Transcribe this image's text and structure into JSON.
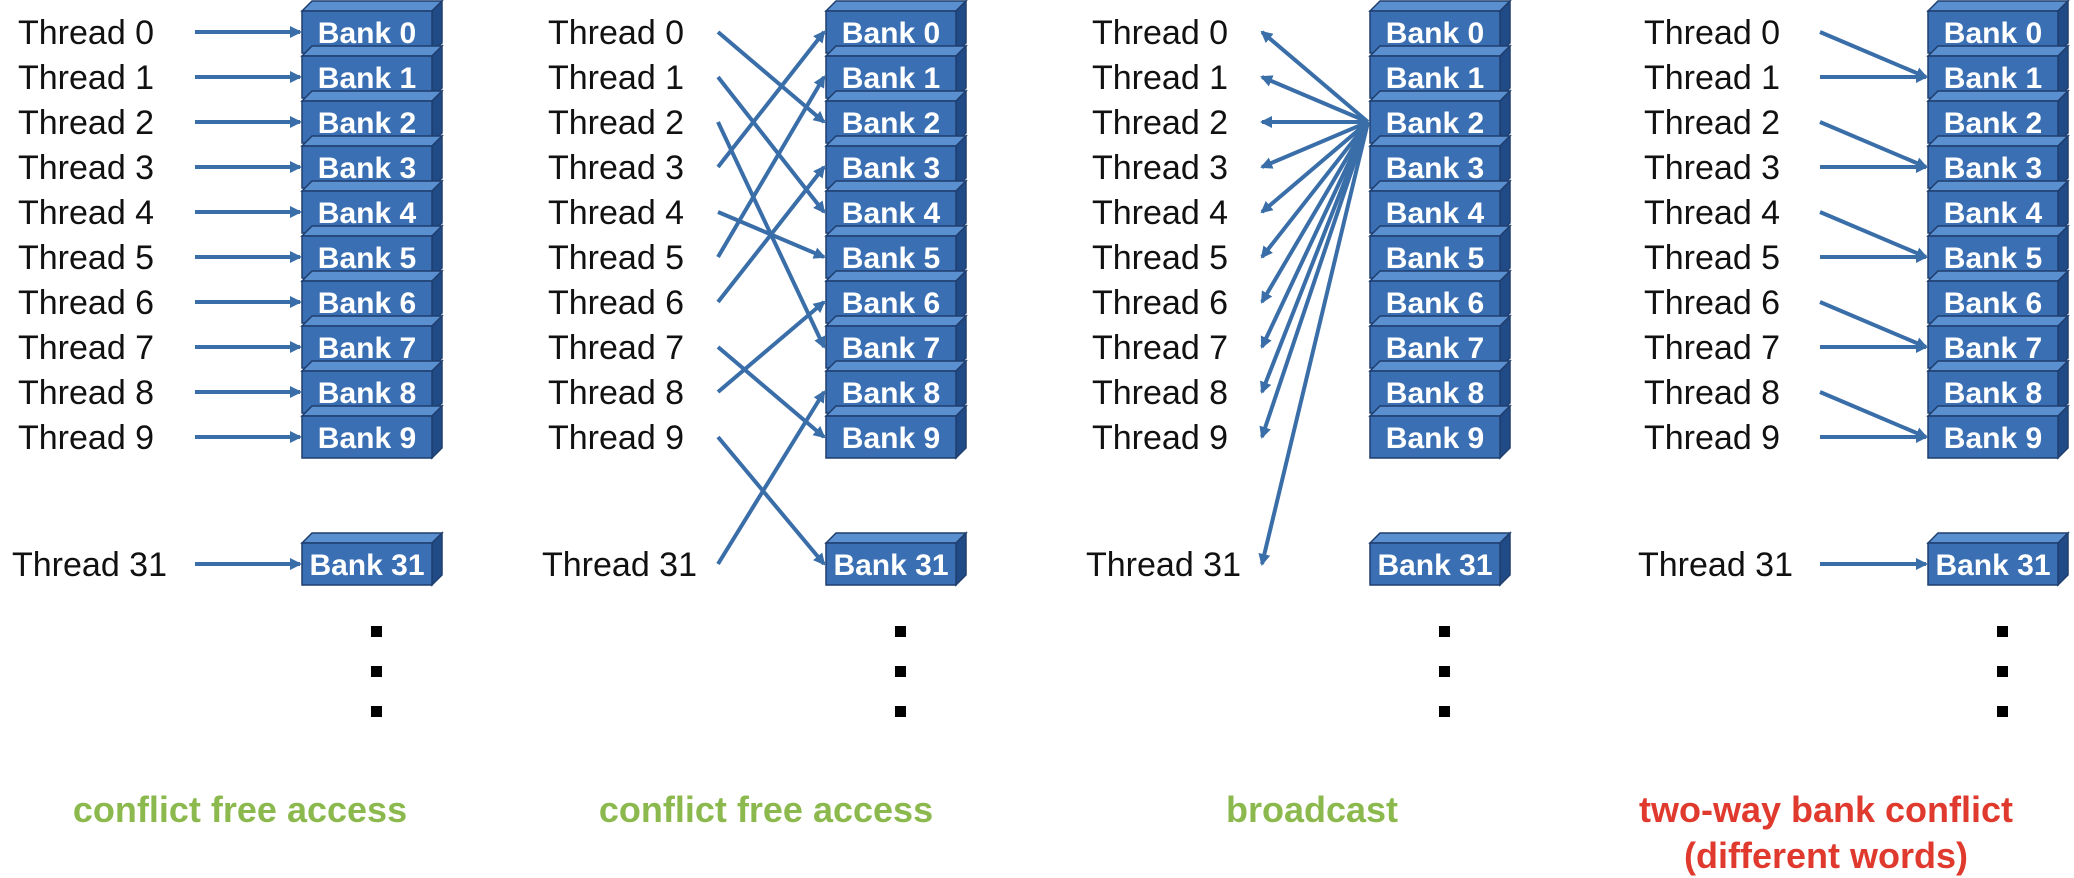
{
  "colors": {
    "bank_front": "#3a6fb4",
    "bank_top": "#5a8fd0",
    "bank_side": "#214b86",
    "bank_edge": "#1f3e6e",
    "arrow": "#3a6ea8",
    "caption_ok": "#8bb94e",
    "caption_conflict": "#e03a2f"
  },
  "panels": [
    {
      "threads": [
        "Thread 0",
        "Thread 1",
        "Thread 2",
        "Thread 3",
        "Thread 4",
        "Thread 5",
        "Thread 6",
        "Thread 7",
        "Thread 8",
        "Thread 9",
        "Thread 31"
      ],
      "banks": [
        "Bank 0",
        "Bank 1",
        "Bank 2",
        "Bank 3",
        "Bank 4",
        "Bank 5",
        "Bank 6",
        "Bank 7",
        "Bank 8",
        "Bank 9",
        "Bank 31"
      ],
      "mapping": [
        0,
        1,
        2,
        3,
        4,
        5,
        6,
        7,
        8,
        9,
        10
      ],
      "direction": "to-bank",
      "caption": [
        "conflict free access"
      ],
      "caption_color": "caption_ok"
    },
    {
      "threads": [
        "Thread 0",
        "Thread 1",
        "Thread 2",
        "Thread 3",
        "Thread 4",
        "Thread 5",
        "Thread 6",
        "Thread 7",
        "Thread 8",
        "Thread 9",
        "Thread 31"
      ],
      "banks": [
        "Bank 0",
        "Bank 1",
        "Bank 2",
        "Bank 3",
        "Bank 4",
        "Bank 5",
        "Bank 6",
        "Bank 7",
        "Bank 8",
        "Bank 9",
        "Bank 31"
      ],
      "mapping": [
        2,
        4,
        7,
        0,
        5,
        1,
        3,
        9,
        6,
        10,
        8
      ],
      "direction": "to-bank",
      "caption": [
        "conflict free access"
      ],
      "caption_color": "caption_ok"
    },
    {
      "threads": [
        "Thread 0",
        "Thread 1",
        "Thread 2",
        "Thread 3",
        "Thread 4",
        "Thread 5",
        "Thread 6",
        "Thread 7",
        "Thread 8",
        "Thread 9",
        "Thread 31"
      ],
      "banks": [
        "Bank 0",
        "Bank 1",
        "Bank 2",
        "Bank 3",
        "Bank 4",
        "Bank 5",
        "Bank 6",
        "Bank 7",
        "Bank 8",
        "Bank 9",
        "Bank 31"
      ],
      "mapping": [
        2,
        2,
        2,
        2,
        2,
        2,
        2,
        2,
        2,
        2,
        2
      ],
      "direction": "to-thread",
      "caption": [
        "broadcast"
      ],
      "caption_color": "caption_ok"
    },
    {
      "threads": [
        "Thread 0",
        "Thread 1",
        "Thread 2",
        "Thread 3",
        "Thread 4",
        "Thread 5",
        "Thread 6",
        "Thread 7",
        "Thread 8",
        "Thread 9",
        "Thread 31"
      ],
      "banks": [
        "Bank 0",
        "Bank 1",
        "Bank 2",
        "Bank 3",
        "Bank 4",
        "Bank 5",
        "Bank 6",
        "Bank 7",
        "Bank 8",
        "Bank 9",
        "Bank 31"
      ],
      "mapping": [
        1,
        1,
        3,
        3,
        5,
        5,
        7,
        7,
        9,
        9,
        10
      ],
      "direction": "to-bank",
      "caption": [
        "two-way bank conflict",
        "(different words)"
      ],
      "caption_color": "caption_conflict"
    }
  ]
}
